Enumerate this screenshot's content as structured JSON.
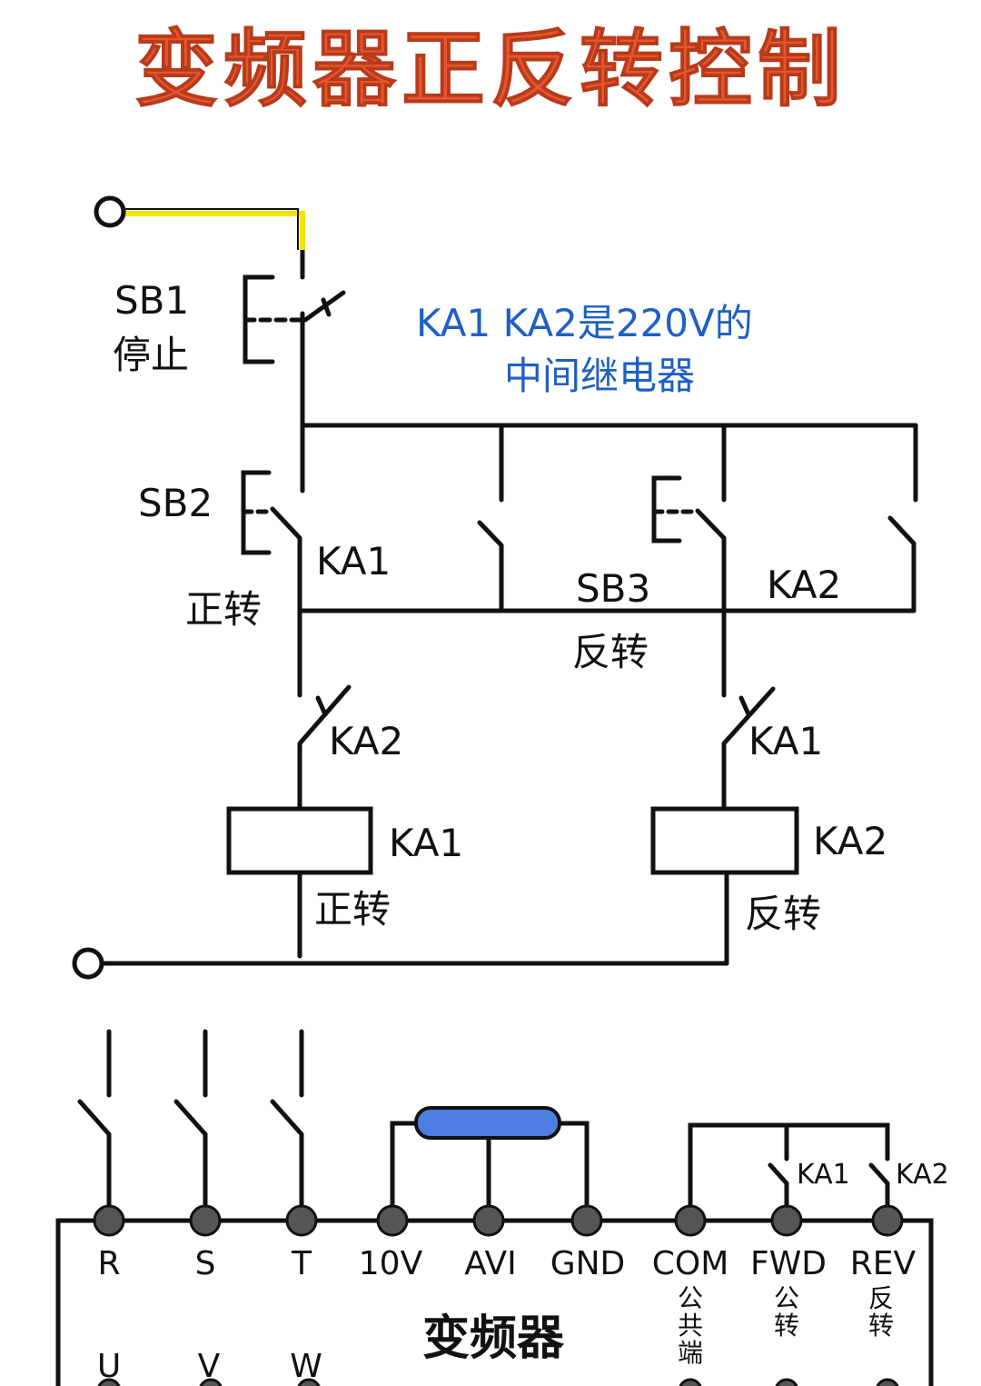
{
  "title": "变频器正反转控制",
  "note": {
    "line1": "KA1 KA2是220V的",
    "line2": "中间继电器"
  },
  "colors": {
    "title": "#e4572e",
    "note": "#1f5fc4",
    "supply_wire": "#f2e600",
    "potentiometer": "#4d7fe0",
    "line": "#111111"
  },
  "control_circuit": {
    "sb1": {
      "name": "SB1",
      "desc": "停止"
    },
    "sb2": {
      "name": "SB2",
      "desc": "正转"
    },
    "sb3": {
      "name": "SB3",
      "desc": "反转"
    },
    "ka1_hold": "KA1",
    "ka2_hold": "KA2",
    "ka2_interlock": "KA2",
    "ka1_interlock": "KA1",
    "coil_ka1": {
      "name": "KA1",
      "desc": "正转"
    },
    "coil_ka2": {
      "name": "KA2",
      "desc": "反转"
    }
  },
  "inverter": {
    "name": "变频器",
    "top_terminals": [
      "R",
      "S",
      "T",
      "10V",
      "AVI",
      "GND",
      "COM",
      "FWD",
      "REV"
    ],
    "sub_labels": {
      "com": "公共端",
      "fwd": "公转",
      "rev": "反转"
    },
    "bottom_terminals": [
      "U",
      "V",
      "W"
    ],
    "contact_labels": {
      "ka1": "KA1",
      "ka2": "KA2"
    }
  }
}
